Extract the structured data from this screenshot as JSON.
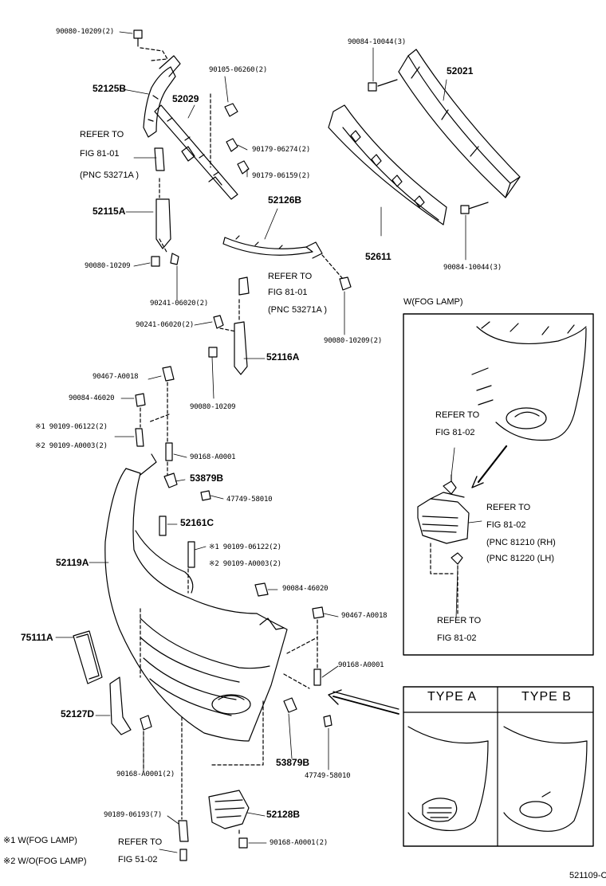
{
  "parts": {
    "p90080_10209_2_top": "90080-10209(2)",
    "p52125B": "52125B",
    "p52029": "52029",
    "p90105_06260_2": "90105-06260(2)",
    "p90179_06274_2": "90179-06274(2)",
    "p90179_06159_2": "90179-06159(2)",
    "p52126B": "52126B",
    "p52115A": "52115A",
    "p90080_10209_left": "90080-10209",
    "p90241_06020_2_a": "90241-06020(2)",
    "p90241_06020_2_b": "90241-06020(2)",
    "p52116A": "52116A",
    "p90080_10209_mid": "90080-10209",
    "p90080_10209_2_right": "90080-10209(2)",
    "p90084_10044_3_top": "90084-10044(3)",
    "p52021": "52021",
    "p52611": "52611",
    "p90084_10044_3_bottom": "90084-10044(3)",
    "p90467_A0018_left": "90467-A0018",
    "p90084_46020_left": "90084-46020",
    "p90109_06122_2_a": "※1 90109-06122(2)",
    "p90109_A0003_2_a": "※2 90109-A0003(2)",
    "p90168_A0001_top": "90168-A0001",
    "p53879B_top": "53879B",
    "p47749_58010_top": "47749-58010",
    "p52161C": "52161C",
    "p90109_06122_2_b": "※1 90109-06122(2)",
    "p90109_A0003_2_b": "※2 90109-A0003(2)",
    "p52119A": "52119A",
    "p90084_46020_right": "90084-46020",
    "p90467_A0018_right": "90467-A0018",
    "p75111A": "75111A",
    "p90168_A0001_right": "90168-A0001",
    "p52127D": "52127D",
    "p53879B_bottom": "53879B",
    "p47749_58010_bottom": "47749-58010",
    "p90168_A0001_2_bottom": "90168-A0001(2)",
    "p90189_06193_7": "90189-06193(7)",
    "p52128B": "52128B",
    "p90168_A0001_2_lower": "90168-A0001(2)"
  },
  "refs": {
    "ref_left_1": "REFER TO",
    "ref_left_2": "FIG  81-01",
    "ref_left_3": "(PNC 53271A )",
    "ref_mid_1": "REFER TO",
    "ref_mid_2": "FIG  81-01",
    "ref_mid_3": "(PNC 53271A )",
    "ref_bottom_1": "REFER TO",
    "ref_bottom_2": "FIG  51-02"
  },
  "fog_box": {
    "title": "W(FOG LAMP)",
    "ref_top_1": "REFER TO",
    "ref_top_2": "FIG  81-02",
    "ref_right_1": "REFER TO",
    "ref_right_2": "FIG  81-02",
    "ref_right_3": "(PNC 81210 (RH)",
    "ref_right_4": "(PNC 81220 (LH)",
    "ref_bottom_1": "REFER TO",
    "ref_bottom_2": "FIG  81-02"
  },
  "type_box": {
    "type_a": "TYPE  A",
    "type_b": "TYPE  B"
  },
  "legend": {
    "note1": "※1 W(FOG LAMP)",
    "note2": "※2 W/O(FOG LAMP)"
  },
  "diagram_id": "521109-C"
}
